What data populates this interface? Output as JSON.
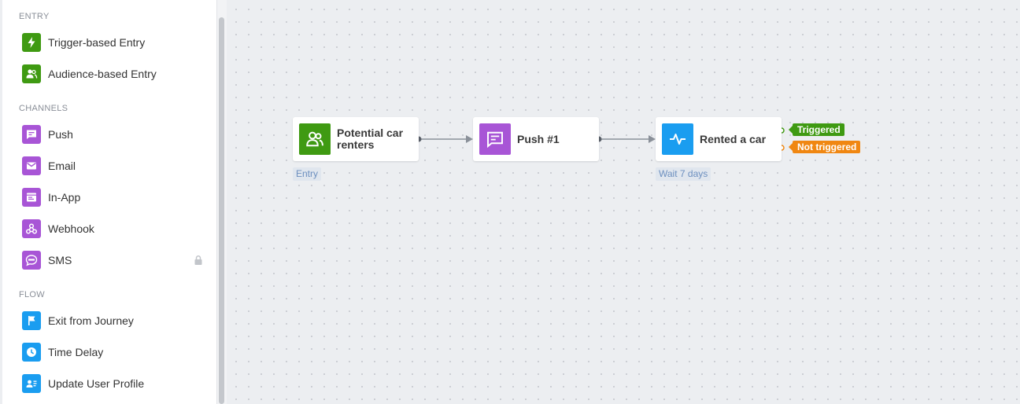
{
  "sidebar": {
    "sections": [
      {
        "title": "ENTRY"
      },
      {
        "title": "CHANNELS"
      },
      {
        "title": "FLOW"
      }
    ],
    "items": [
      {
        "label": "Trigger-based Entry",
        "icon": "lightning-icon"
      },
      {
        "label": "Audience-based Entry",
        "icon": "audience-icon"
      },
      {
        "label": "Push",
        "icon": "push-message-icon"
      },
      {
        "label": "Email",
        "icon": "envelope-icon"
      },
      {
        "label": "In-App",
        "icon": "in-app-icon"
      },
      {
        "label": "Webhook",
        "icon": "webhook-icon"
      },
      {
        "label": "SMS",
        "icon": "sms-icon",
        "locked": true
      },
      {
        "label": "Exit from Journey",
        "icon": "flag-icon"
      },
      {
        "label": "Time Delay",
        "icon": "clock-icon"
      },
      {
        "label": "Update User Profile",
        "icon": "user-profile-icon"
      }
    ]
  },
  "canvas": {
    "nodes": [
      {
        "label_line1": "Potential car",
        "label_line2": "renters",
        "badge": "Entry",
        "icon": "audience-icon"
      },
      {
        "label": "Push #1",
        "icon": "push-message-icon"
      },
      {
        "label": "Rented a car",
        "badge": "Wait 7 days",
        "icon": "activity-pulse-icon",
        "outputs": [
          "Triggered",
          "Not triggered"
        ]
      }
    ]
  },
  "colors": {
    "entry_green": "#3f9a12",
    "channel_purple": "#a855d6",
    "flow_blue": "#1a9df0",
    "triggered_green": "#3f9a12",
    "not_triggered_orange": "#f08712"
  }
}
